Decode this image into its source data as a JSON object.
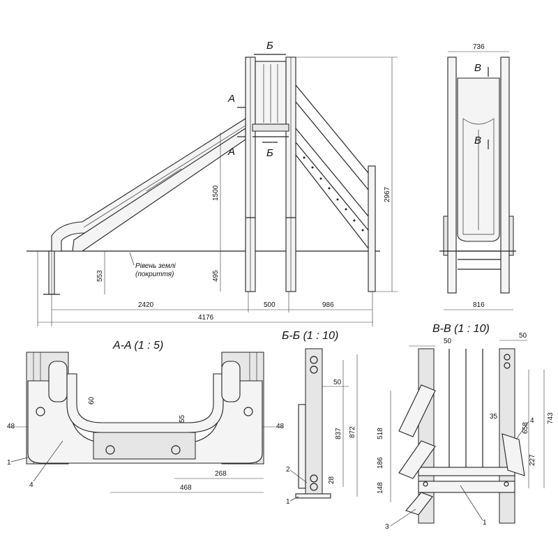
{
  "main_view": {
    "section_a": "A",
    "section_b": "Б",
    "section_v": "B",
    "ground_label_line1": "Рівень землі",
    "ground_label_line2": "(покриття)",
    "dims": {
      "total_height": "2967",
      "platform_height": "1500",
      "post_below_ground": "495",
      "slide_foot_depth": "553",
      "slide_length": "2420",
      "platform_width": "500",
      "ladder_length": "986",
      "overall_length": "4176",
      "front_width_top": "736",
      "front_width_bottom": "816"
    }
  },
  "section_aa": {
    "title": "A-A (1 : 5)",
    "dims": {
      "side_left": "48",
      "side_right": "48",
      "inner_gap": "60",
      "bottom_thick": "55",
      "bottom_width": "268",
      "overall_width": "468"
    },
    "callouts": [
      "1",
      "4"
    ]
  },
  "section_bb": {
    "title": "Б-Б (1 : 10)",
    "dims": {
      "offset": "50",
      "height_inner": "837",
      "height_outer": "872",
      "bottom_gap": "28"
    },
    "callouts": [
      "2",
      "1"
    ]
  },
  "section_vv": {
    "title": "B-B (1 : 10)",
    "dims": {
      "top_left": "50",
      "top_right": "50",
      "rung_1": "518",
      "rung_2": "186",
      "rung_3": "148",
      "gap_small": "35",
      "right_658": "658",
      "right_743": "743",
      "right_227": "227"
    },
    "callouts": [
      "4",
      "3",
      "1"
    ]
  }
}
